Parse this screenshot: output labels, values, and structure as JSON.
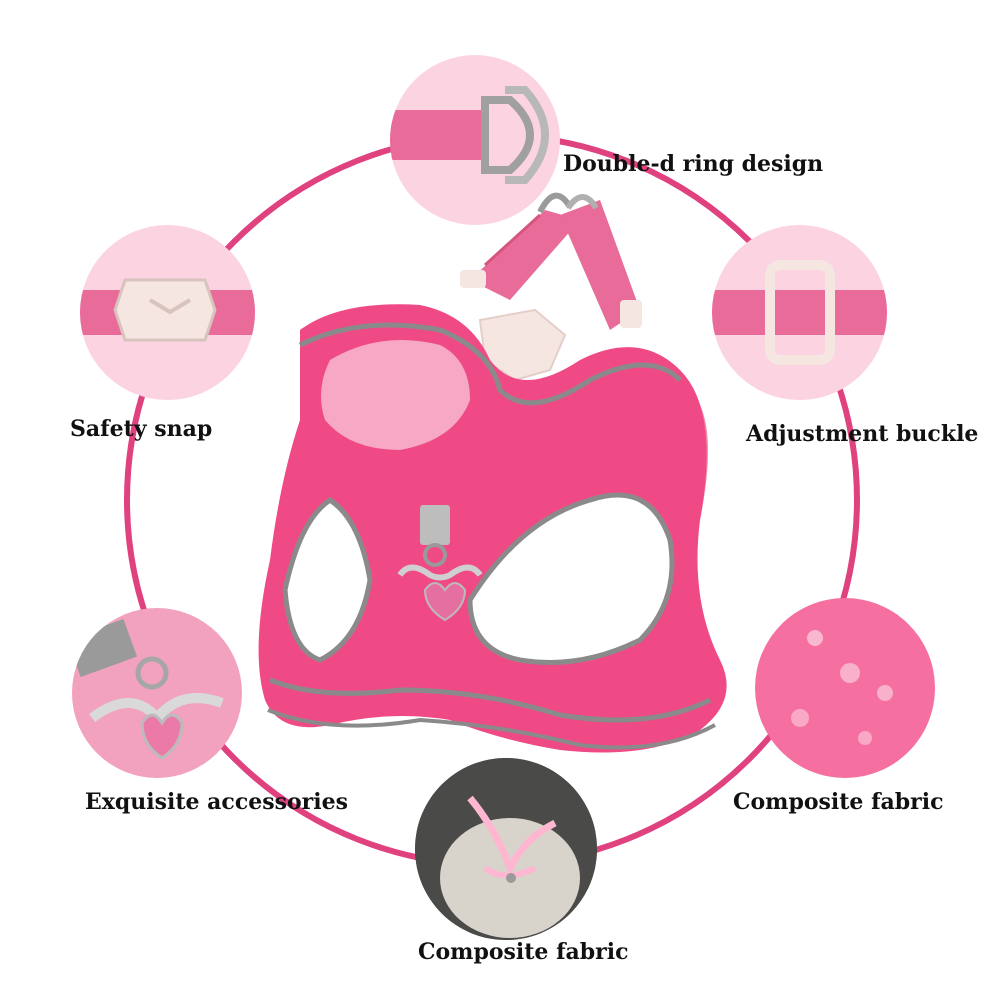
{
  "colors": {
    "ring": "#e0417f",
    "harness_pink": "#f04a86",
    "harness_dark": "#d93671",
    "reflective_grey": "#8a8a8a",
    "strap_pink": "#e96b9a",
    "buckle_cream": "#f6e6e2",
    "circle_bg": "#fbd3e1"
  },
  "features": [
    {
      "name": "double-d-ring",
      "label": "Double-d ring design",
      "icon": "d-ring-icon"
    },
    {
      "name": "safety-snap",
      "label": "Safety snap",
      "icon": "buckle-icon"
    },
    {
      "name": "adjustment-buckle",
      "label": "Adjustment buckle",
      "icon": "slider-buckle-icon"
    },
    {
      "name": "exquisite-accessories",
      "label": "Exquisite accessories",
      "icon": "angel-heart-icon"
    },
    {
      "name": "composite-fabric-right",
      "label": "Composite fabric",
      "icon": "fabric-droplets-icon"
    },
    {
      "name": "composite-fabric-bottom",
      "label": "Composite fabric",
      "icon": "reflective-dog-icon"
    }
  ]
}
